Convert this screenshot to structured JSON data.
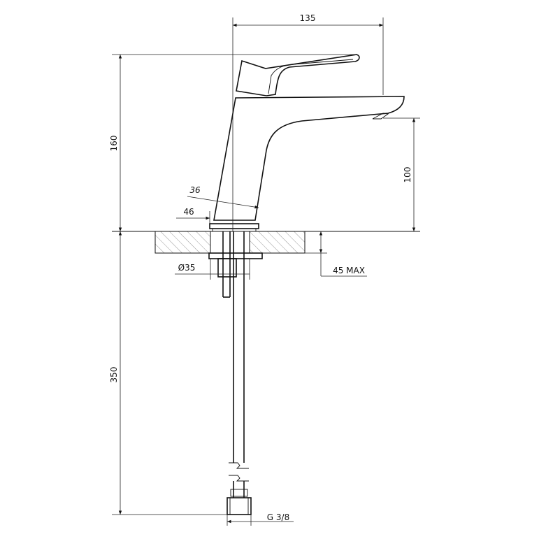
{
  "drawing": {
    "dimensions": {
      "width_top": "135",
      "height_total": "160",
      "spout_height": "100",
      "body_width": "36",
      "base_width": "46",
      "hole_diameter": "Ø35",
      "max_deck_thickness": "45 MAX",
      "hose_length": "350",
      "thread": "G 3/8"
    }
  }
}
